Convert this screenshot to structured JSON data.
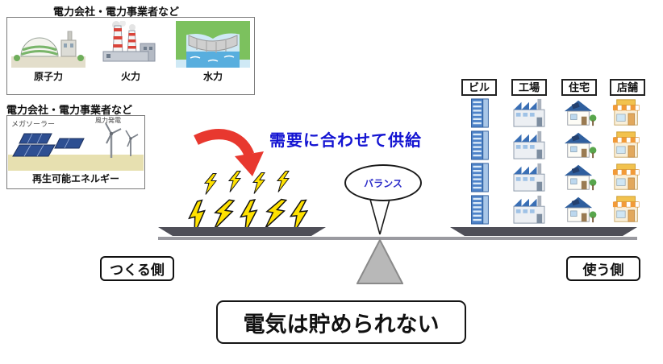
{
  "producers_box": {
    "title": "電力会社・電力事業者など",
    "items": [
      {
        "label": "原子力"
      },
      {
        "label": "火力"
      },
      {
        "label": "水力"
      }
    ]
  },
  "renewables_box": {
    "title": "電力会社・電力事業者など",
    "solar_label": "メガソーラー",
    "wind_label": "風力発電",
    "caption": "再生可能エネルギー"
  },
  "supply_note": {
    "text": "需要に合わせて供給"
  },
  "balance": {
    "bubble_label": "バランス",
    "producer_side_label": "つくる側",
    "consumer_side_label": "使う側"
  },
  "consumers": {
    "columns": [
      {
        "label": "ビル"
      },
      {
        "label": "工場"
      },
      {
        "label": "住宅"
      },
      {
        "label": "店舗"
      }
    ]
  },
  "footer": {
    "message": "電気は貯められない"
  },
  "colors": {
    "arrow_red": "#e8382f",
    "lightning_yellow": "#ffe100",
    "supply_text_blue": "#1414d2",
    "plate_gray": "#4f4f58",
    "fulcrum_gray": "#b8b8b8"
  }
}
